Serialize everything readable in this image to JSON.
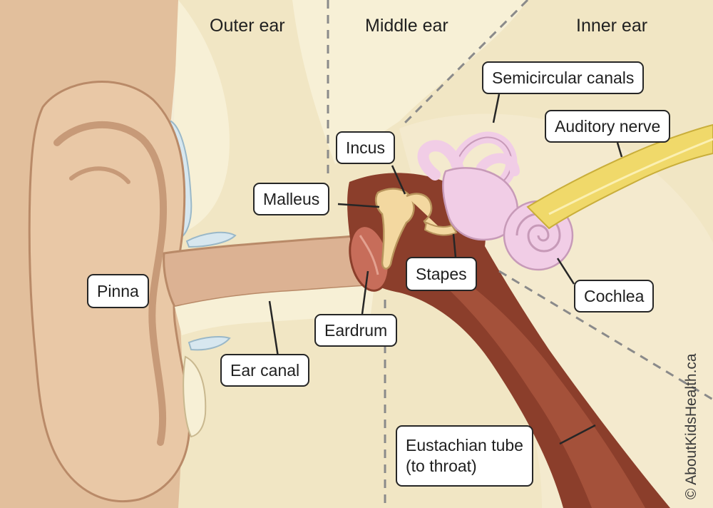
{
  "diagram": {
    "regions": [
      "Outer ear",
      "Middle ear",
      "Inner ear"
    ],
    "labels": {
      "semicircular_canals": "Semicircular canals",
      "auditory_nerve": "Auditory nerve",
      "incus": "Incus",
      "malleus": "Malleus",
      "pinna": "Pinna",
      "stapes": "Stapes",
      "cochlea": "Cochlea",
      "eardrum": "Eardrum",
      "ear_canal": "Ear canal",
      "eustachian_tube": "Eustachian tube\n(to throat)"
    },
    "credit": "© AboutKidsHealth.ca",
    "colors": {
      "skin": "#e9c8a6",
      "skin_shadow": "#c79a78",
      "bone": "#f6efd0",
      "cartilage": "#fbf6df",
      "canal": "#dcb293",
      "cavity": "#8b3e2b",
      "tube": "#a4513a",
      "eardrum": "#c76d5a",
      "ossicles": "#f3d8a0",
      "labyrinth": "#f1cde6",
      "nerve": "#f0d96a",
      "hair": "#7a5530",
      "fluid": "#d7e7ef"
    }
  }
}
